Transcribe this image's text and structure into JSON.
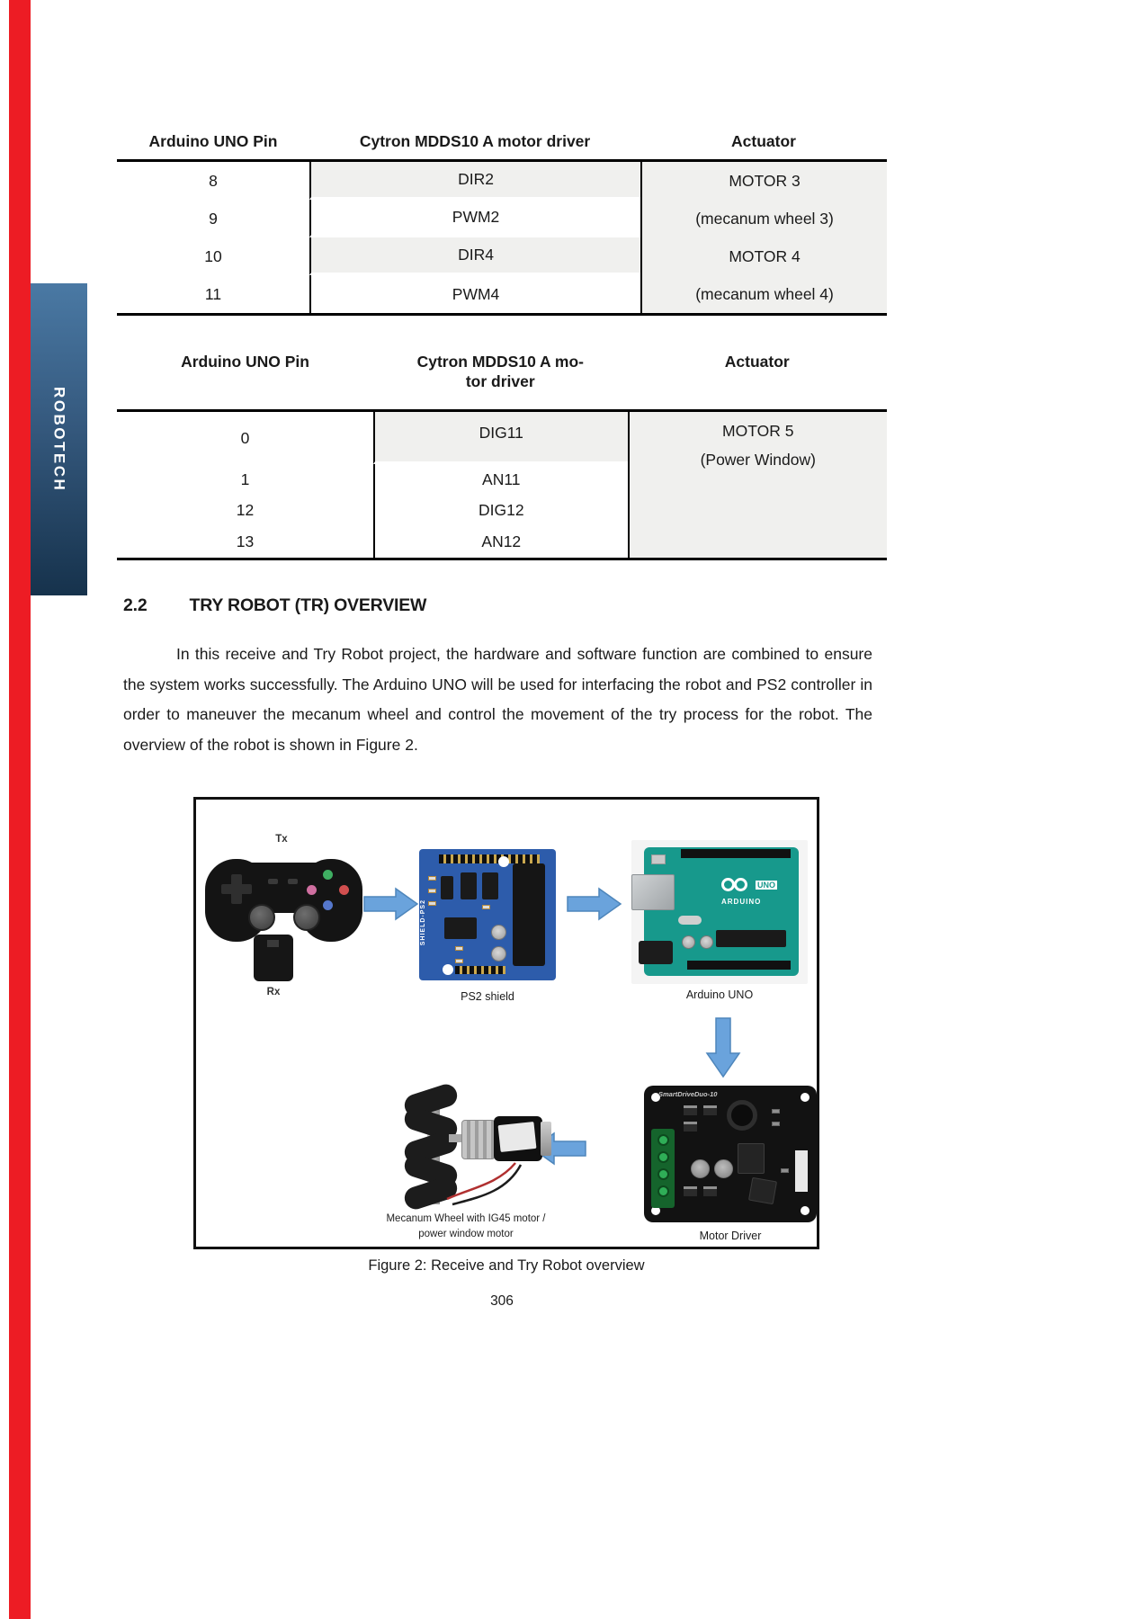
{
  "page": {
    "number": "306",
    "sidebar_label": "ROBOTECH"
  },
  "colors": {
    "edge_bar_red": "#ed1c24",
    "tab_blue_top": "#4a79a4",
    "tab_blue_bottom": "#16324c",
    "arrow_blue": "#6aa3dc",
    "table_shade": "#f0f0ee"
  },
  "table1": {
    "headers": [
      "Arduino UNO Pin",
      "Cytron MDDS10 A motor driver",
      "Actuator"
    ],
    "rows": [
      [
        "8",
        "DIR2"
      ],
      [
        "9",
        "PWM2"
      ],
      [
        "10",
        "DIR4"
      ],
      [
        "11",
        "PWM4"
      ]
    ],
    "actuator_lines": [
      "MOTOR 3",
      "(mecanum wheel 3)",
      "MOTOR 4",
      "(mecanum wheel 4)"
    ]
  },
  "table2": {
    "headers": [
      "Arduino UNO Pin",
      "Cytron MDDS10 A mo-\ntor driver",
      "Actuator"
    ],
    "rows": [
      [
        "0",
        "DIG11"
      ],
      [
        "1",
        "AN11"
      ],
      [
        "12",
        "DIG12"
      ],
      [
        "13",
        "AN12"
      ]
    ],
    "actuator_lines": [
      "MOTOR 5",
      "(Power Window)"
    ]
  },
  "section": {
    "number": "2.2",
    "title": "TRY ROBOT (TR) OVERVIEW"
  },
  "paragraph": "In this receive and Try Robot project, the hardware and software function are combined to ensure the system works successfully. The Arduino UNO will be used for interfacing the robot and PS2 controller in order to maneuver the mecanum wheel and control the movement of the try process for the robot. The overview of the robot is shown in Figure 2.",
  "figure": {
    "tx": "Tx",
    "rx": "Rx",
    "shield_label": "PS2 shield",
    "shield_side_text": "SHIELD-PS2",
    "arduino_label": "Arduino UNO",
    "arduino_logo_uno": "UNO",
    "arduino_logo_brand": "ARDUINO",
    "driver_label": "Motor Driver",
    "driver_board_text": "SmartDriveDuo-10",
    "wheel_label": "Mecanum Wheel with IG45 motor /\npower window motor",
    "caption": "Figure 2: Receive and Try Robot overview"
  }
}
